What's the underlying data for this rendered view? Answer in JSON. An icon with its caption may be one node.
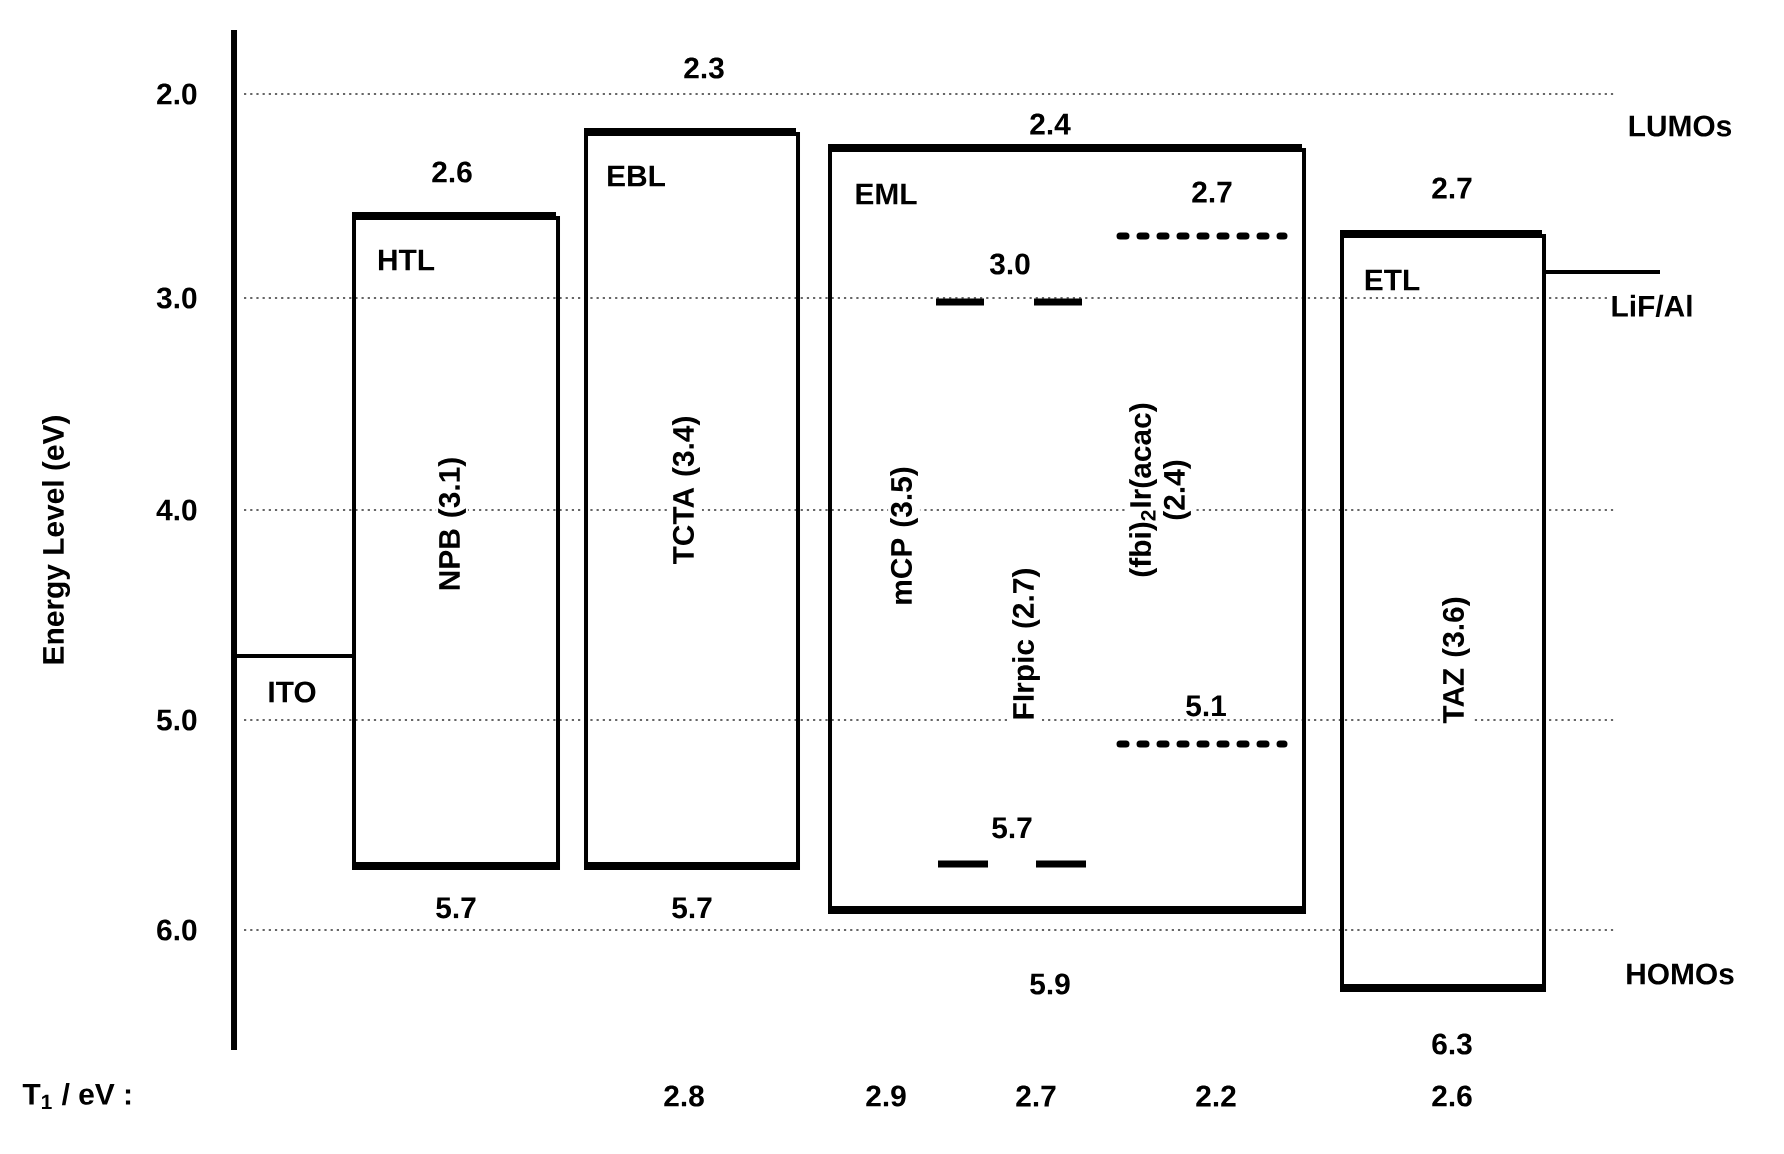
{
  "diagram": {
    "nodes": [
      {
        "text": [
          "HTL",
          "NPB (3.1)"
        ],
        "beside": [
          "2.6",
          "5.7"
        ]
      },
      {
        "text": [
          "EBL",
          "TCTA (3.4)"
        ],
        "beside": [
          "2.3",
          "5.7"
        ]
      },
      {
        "text": [
          "EML",
          "mCP (3.5)",
          "FIrpic (2.7)",
          "(fbi)$_{2}$Ir(acac) (2.4)"
        ],
        "beside": [
          "2.4",
          "5.9"
        ]
      },
      {
        "text": [
          "ETL",
          "TAZ (3.6)"
        ],
        "beside": [
          "2.7",
          "6.3"
        ]
      }
    ],
    "labels": [
      "2.0",
      "3.0",
      "4.0",
      "5.0",
      "6.0",
      "Energy Level (eV)",
      "LUMOs",
      "LiF/Al",
      "HOMOs",
      "ITO",
      "3.0",
      "2.7",
      "5.1",
      "5.7",
      "T$_{1}$ / eV :",
      "2.8",
      "2.9",
      "2.7",
      "2.2",
      "2.6"
    ]
  }
}
